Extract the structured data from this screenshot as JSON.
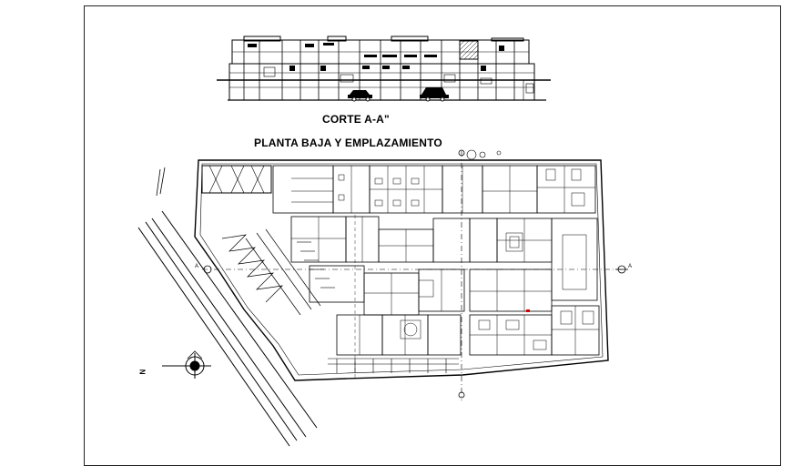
{
  "drawing": {
    "section_title": "CORTE A-A\"",
    "plan_title": "PLANTA BAJA Y EMPLAZAMIENTO",
    "axis_marker_left": "A",
    "axis_marker_right": "A",
    "north_label": "N"
  },
  "colors": {
    "line": "#000000",
    "background": "#ffffff",
    "accent_mark": "#d40000"
  },
  "icons": [
    "north-arrow-icon",
    "section-marker-icon",
    "car-icon"
  ]
}
